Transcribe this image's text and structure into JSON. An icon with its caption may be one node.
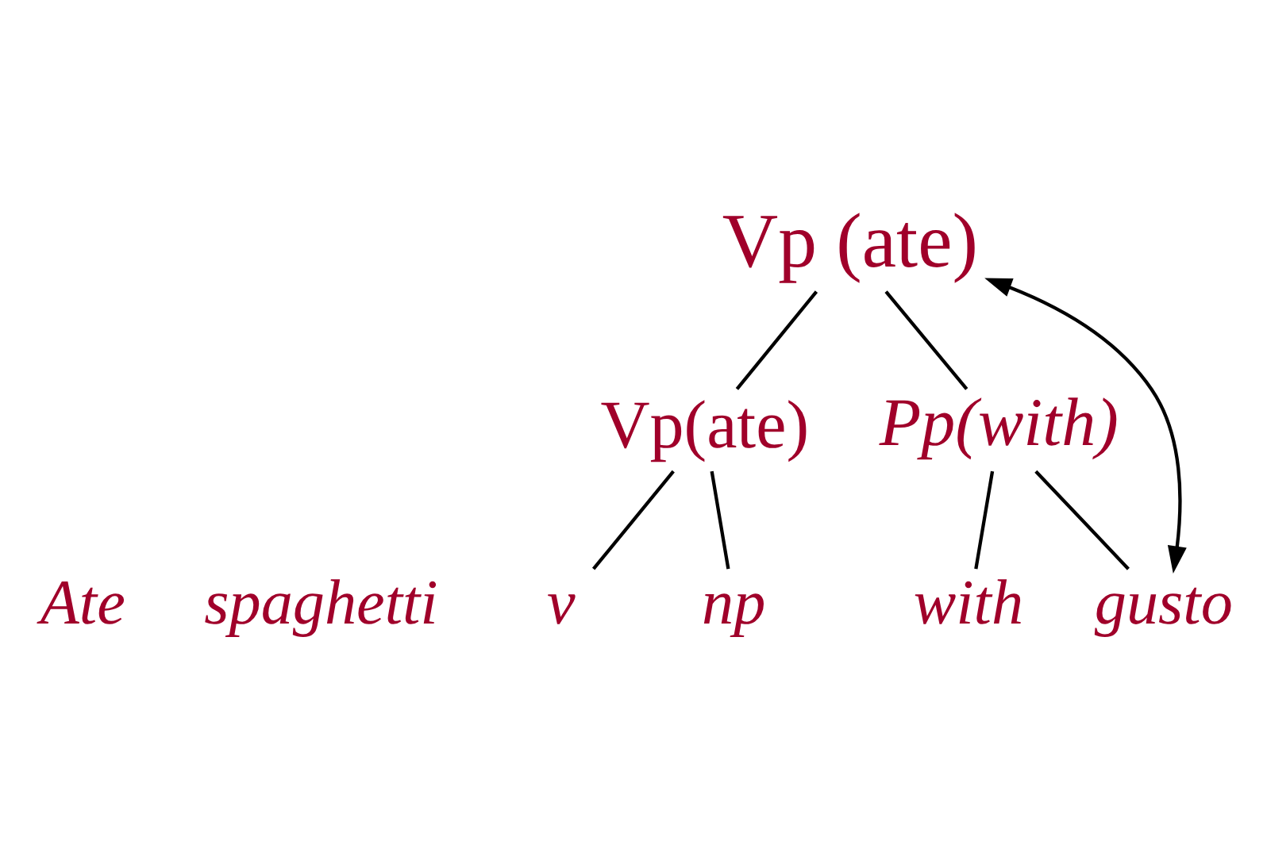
{
  "diagram": {
    "nodes": [
      {
        "text": [
          "Vp (ate)"
        ]
      },
      {
        "text": [
          "Vp(ate)"
        ]
      },
      {
        "text": [
          "Pp(with)"
        ]
      },
      {
        "text": [
          "v"
        ]
      },
      {
        "text": [
          "np"
        ]
      },
      {
        "text": [
          "Ate"
        ]
      },
      {
        "text": [
          "spaghetti"
        ]
      },
      {
        "text": [
          "with"
        ]
      },
      {
        "text": [
          "gusto"
        ]
      }
    ],
    "edges": [
      {
        "from": 0,
        "to": 1,
        "arrow": "none"
      },
      {
        "from": 0,
        "to": 2,
        "arrow": "none"
      },
      {
        "from": 1,
        "to": 3,
        "arrow": "none"
      },
      {
        "from": 1,
        "to": 4,
        "arrow": "none"
      },
      {
        "from": 2,
        "to": 7,
        "arrow": "none"
      },
      {
        "from": 2,
        "to": 8,
        "arrow": "none"
      },
      {
        "from": 8,
        "to": 0,
        "arrow": "both"
      }
    ]
  }
}
